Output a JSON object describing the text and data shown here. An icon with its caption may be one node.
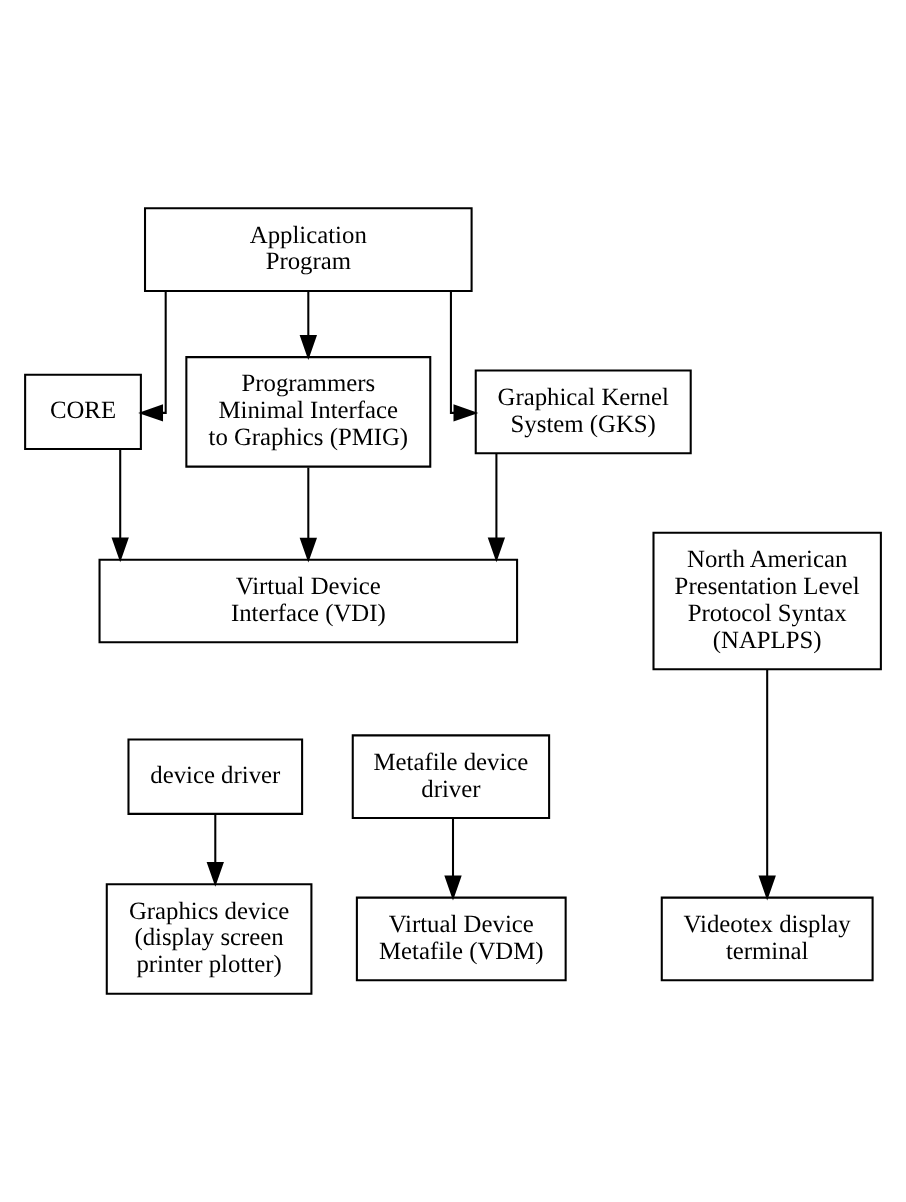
{
  "diagram": {
    "nodes": [
      {
        "text": [
          "Application Program"
        ]
      },
      {
        "text": [
          "CORE"
        ]
      },
      {
        "text": [
          "Programmers Minimal Interface to Graphics (PMIG)"
        ]
      },
      {
        "text": [
          "Graphical Kernel System (GKS)"
        ]
      },
      {
        "text": [
          "Virtual Device Interface (VDI)"
        ]
      },
      {
        "text": [
          "North American Presentation Level Protocol Syntax (NAPLPS)"
        ]
      },
      {
        "text": [
          "device driver"
        ]
      },
      {
        "text": [
          "Metafile device driver"
        ]
      },
      {
        "text": [
          "Graphics device (display screen printer plotter)"
        ]
      },
      {
        "text": [
          "Virtual Device Metafile (VDM)"
        ]
      },
      {
        "text": [
          "Videotex display terminal"
        ]
      }
    ],
    "edges": [
      {
        "from": 0,
        "to": 1,
        "arrow": "to"
      },
      {
        "from": 0,
        "to": 2,
        "arrow": "to"
      },
      {
        "from": 0,
        "to": 3,
        "arrow": "to"
      },
      {
        "from": 1,
        "to": 4,
        "arrow": "to"
      },
      {
        "from": 2,
        "to": 4,
        "arrow": "to"
      },
      {
        "from": 3,
        "to": 4,
        "arrow": "to"
      },
      {
        "from": 6,
        "to": 8,
        "arrow": "to"
      },
      {
        "from": 7,
        "to": 9,
        "arrow": "to"
      },
      {
        "from": 5,
        "to": 10,
        "arrow": "to"
      }
    ]
  }
}
